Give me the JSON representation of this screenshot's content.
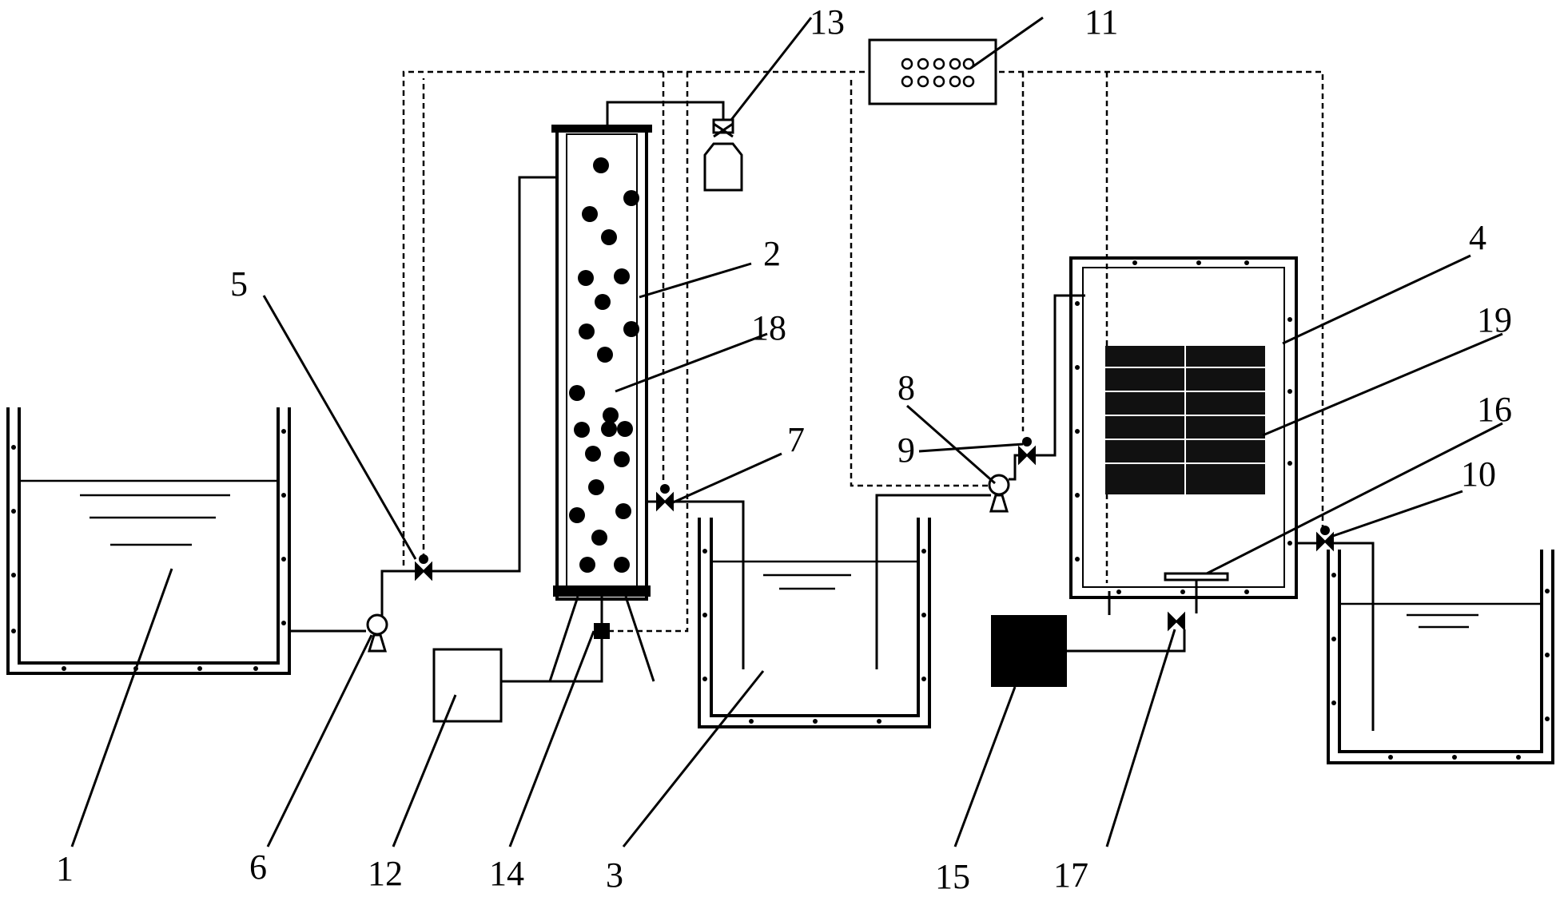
{
  "labels": {
    "l1": "1",
    "l2": "2",
    "l3": "3",
    "l4": "4",
    "l5": "5",
    "l6": "6",
    "l7": "7",
    "l8": "8",
    "l9": "9",
    "l10": "10",
    "l11": "11",
    "l12": "12",
    "l13": "13",
    "l14": "14",
    "l15": "15",
    "l16": "16",
    "l17": "17",
    "l18": "18",
    "l19": "19"
  },
  "colors": {
    "line": "#000000",
    "background": "#ffffff"
  },
  "icons": [
    "pump-icon",
    "valve-icon",
    "gas-bottle-icon",
    "controller-display-icon"
  ]
}
